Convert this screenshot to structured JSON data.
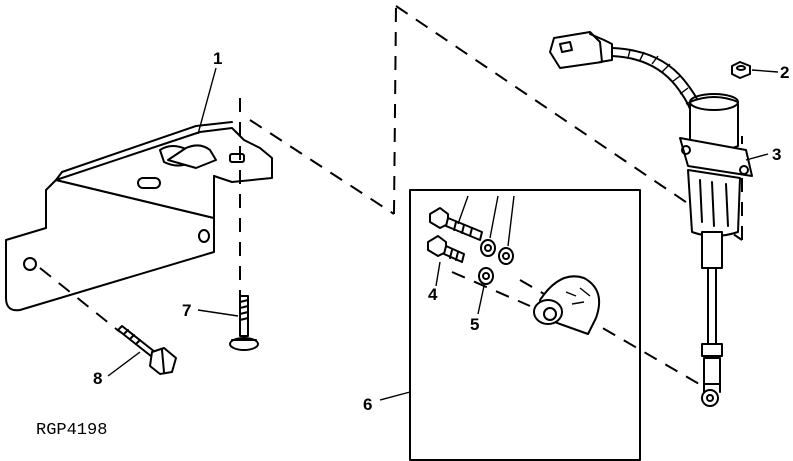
{
  "callouts": {
    "c1": "1",
    "c2": "2",
    "c3": "3",
    "c4": "4",
    "c5": "5",
    "c6": "6",
    "c7": "7",
    "c8": "8"
  },
  "figure_code": "RGP4198"
}
